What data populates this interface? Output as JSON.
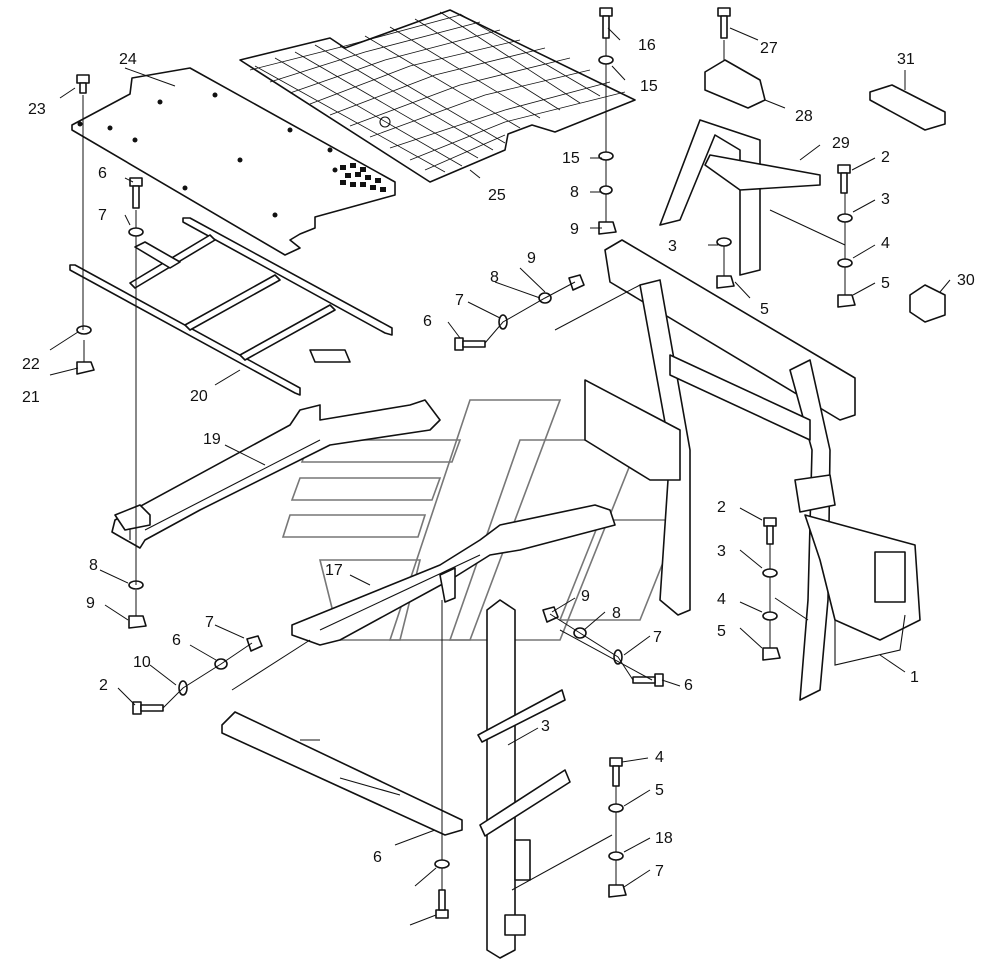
{
  "diagram": {
    "callouts": [
      {
        "id": "c24",
        "label": "24"
      },
      {
        "id": "c23",
        "label": "23"
      },
      {
        "id": "c16",
        "label": "16"
      },
      {
        "id": "c15a",
        "label": "15"
      },
      {
        "id": "c15b",
        "label": "15"
      },
      {
        "id": "c27",
        "label": "27"
      },
      {
        "id": "c31",
        "label": "31"
      },
      {
        "id": "c28",
        "label": "28"
      },
      {
        "id": "c29",
        "label": "29"
      },
      {
        "id": "c25",
        "label": "25"
      },
      {
        "id": "c6a",
        "label": "6"
      },
      {
        "id": "c7a",
        "label": "7"
      },
      {
        "id": "c8a",
        "label": "8"
      },
      {
        "id": "c9a",
        "label": "9"
      },
      {
        "id": "c3a",
        "label": "3"
      },
      {
        "id": "c2a",
        "label": "2"
      },
      {
        "id": "c3b",
        "label": "3"
      },
      {
        "id": "c4a",
        "label": "4"
      },
      {
        "id": "c5a",
        "label": "5"
      },
      {
        "id": "c30",
        "label": "30"
      },
      {
        "id": "c5b",
        "label": "5"
      },
      {
        "id": "c9b",
        "label": "9"
      },
      {
        "id": "c8b",
        "label": "8"
      },
      {
        "id": "c7b",
        "label": "7"
      },
      {
        "id": "c6b",
        "label": "6"
      },
      {
        "id": "c22",
        "label": "22"
      },
      {
        "id": "c21",
        "label": "21"
      },
      {
        "id": "c20",
        "label": "20"
      },
      {
        "id": "c19",
        "label": "19"
      },
      {
        "id": "c2b",
        "label": "2"
      },
      {
        "id": "c3c",
        "label": "3"
      },
      {
        "id": "c4b",
        "label": "4"
      },
      {
        "id": "c5c",
        "label": "5"
      },
      {
        "id": "c1",
        "label": "1"
      },
      {
        "id": "c17",
        "label": "17"
      },
      {
        "id": "c8c",
        "label": "8"
      },
      {
        "id": "c9c",
        "label": "9"
      },
      {
        "id": "c9d",
        "label": "9"
      },
      {
        "id": "c8d",
        "label": "8"
      },
      {
        "id": "c7c",
        "label": "7"
      },
      {
        "id": "c6c",
        "label": "6"
      },
      {
        "id": "c7d",
        "label": "7"
      },
      {
        "id": "c6d",
        "label": "6"
      },
      {
        "id": "c10",
        "label": "10"
      },
      {
        "id": "c2c",
        "label": "2"
      },
      {
        "id": "c3d",
        "label": "3"
      },
      {
        "id": "c4c",
        "label": "4"
      },
      {
        "id": "c5d",
        "label": "5"
      },
      {
        "id": "c18",
        "label": "18"
      },
      {
        "id": "c7e",
        "label": "7"
      },
      {
        "id": "c6e",
        "label": "6"
      }
    ]
  }
}
